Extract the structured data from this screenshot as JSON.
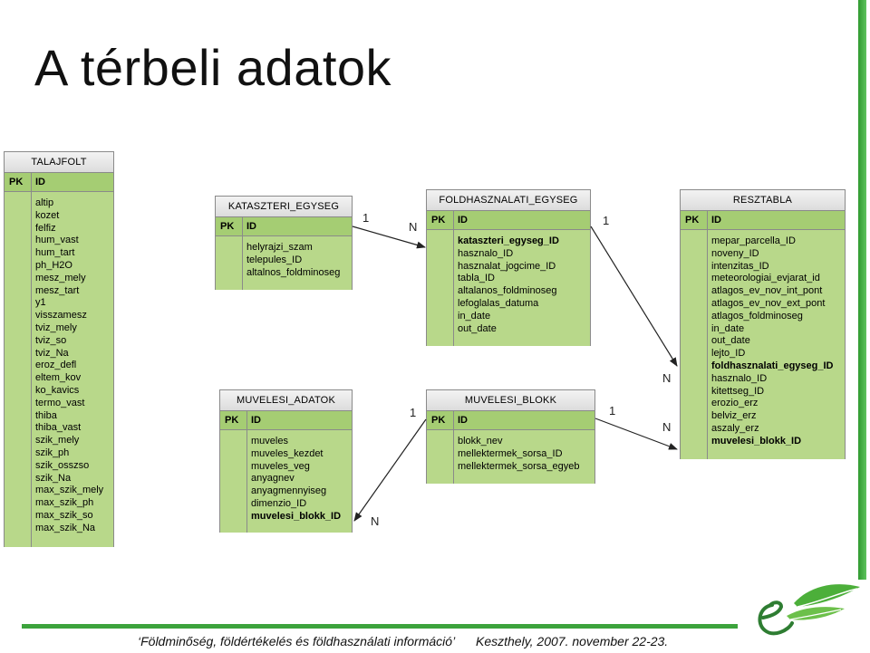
{
  "title": "A térbeli adatok",
  "footer": {
    "left": "‘Földminőség, földértékelés és földhasználati információ’",
    "right": "Keszthely, 2007. november 22-23."
  },
  "pk_label": "PK",
  "id_label": "ID",
  "tables": {
    "talajfolt": {
      "name": "TALAJFOLT",
      "fields": [
        "altip",
        "kozet",
        "felfiz",
        "hum_vast",
        "hum_tart",
        "ph_H2O",
        "mesz_mely",
        "mesz_tart",
        "y1",
        "visszamesz",
        "tviz_mely",
        "tviz_so",
        "tviz_Na",
        "eroz_defl",
        "eltem_kov",
        "ko_kavics",
        "termo_vast",
        "thiba",
        "thiba_vast",
        "szik_mely",
        "szik_ph",
        "szik_osszso",
        "szik_Na",
        "max_szik_mely",
        "max_szik_ph",
        "max_szik_so",
        "max_szik_Na"
      ]
    },
    "kataszteri": {
      "name": "KATASZTERI_EGYSEG",
      "fields": [
        "helyrajzi_szam",
        "telepules_ID",
        "altalnos_foldminoseg"
      ]
    },
    "foldhasznalati": {
      "name": "FOLDHASZNALATI_EGYSEG",
      "fields": [
        "kataszteri_egyseg_ID",
        "hasznalo_ID",
        "hasznalat_jogcime_ID",
        "tabla_ID",
        "altalanos_foldminoseg",
        "lefoglalas_datuma",
        "in_date",
        "out_date"
      ]
    },
    "resztabla": {
      "name": "RESZTABLA",
      "fields": [
        "mepar_parcella_ID",
        "noveny_ID",
        "intenzitas_ID",
        "meteorologiai_evjarat_id",
        "atlagos_ev_nov_int_pont",
        "atlagos_ev_nov_ext_pont",
        "atlagos_foldminoseg",
        "in_date",
        "out_date",
        "lejto_ID",
        "foldhasznalati_egyseg_ID",
        "hasznalo_ID",
        "kitettseg_ID",
        "erozio_erz",
        "belviz_erz",
        "aszaly_erz",
        "muvelesi_blokk_ID"
      ]
    },
    "muvelesi_adatok": {
      "name": "MUVELESI_ADATOK",
      "fields": [
        "muveles",
        "muveles_kezdet",
        "muveles_veg",
        "anyagnev",
        "anyagmennyiseg",
        "dimenzio_ID",
        "muvelesi_blokk_ID"
      ]
    },
    "muvelesi_blokk": {
      "name": "MUVELESI_BLOKK",
      "fields": [
        "blokk_nev",
        "mellektermek_sorsa_ID",
        "mellektermek_sorsa_egyeb"
      ]
    }
  },
  "relations": {
    "one": "1",
    "many": "N"
  }
}
